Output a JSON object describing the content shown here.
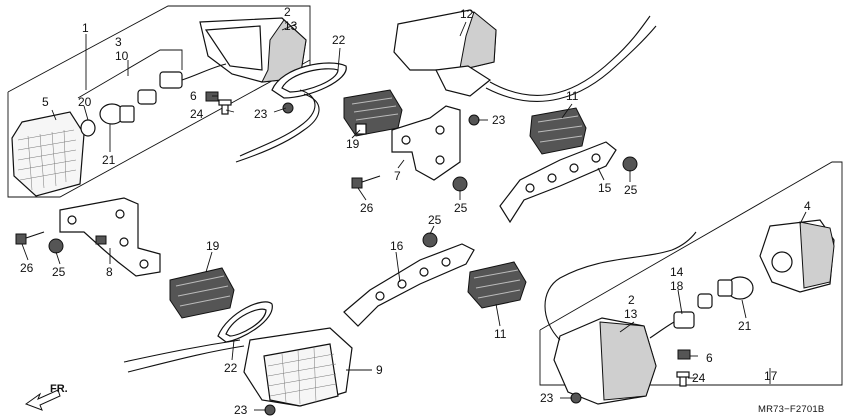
{
  "diagram": {
    "callouts": {
      "c1": "1",
      "c2a": "2",
      "c13a": "13",
      "c3": "3",
      "c10": "10",
      "c20": "20",
      "c5": "5",
      "c21a": "21",
      "c6a": "6",
      "c24a": "24",
      "c23a": "23",
      "c22a": "22",
      "c12": "12",
      "c11a": "11",
      "c19a": "19",
      "c7": "7",
      "c23b": "23",
      "c15": "15",
      "c25a": "25",
      "c26a": "26",
      "c25b": "25",
      "c25c": "25",
      "c26b": "26",
      "c25d": "25",
      "c8": "8",
      "c16": "16",
      "c19b": "19",
      "c11b": "11",
      "c22b": "22",
      "c9": "9",
      "c23c": "23",
      "c4": "4",
      "c14": "14",
      "c18": "18",
      "c2b": "2",
      "c13b": "13",
      "c21b": "21",
      "c6b": "6",
      "c24b": "24",
      "c23d": "23",
      "c17": "17"
    },
    "direction_label": "FR.",
    "diagram_code": "MR73−F2701B"
  }
}
